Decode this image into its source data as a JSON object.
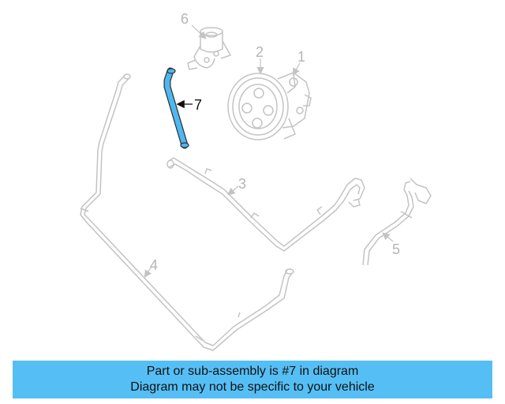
{
  "colors": {
    "highlight": "#4db8f0",
    "part_line": "#c3c3c3",
    "banner": "#55bff5",
    "callout_inactive": "#b5b5b5",
    "callout_active": "#111111"
  },
  "callouts": {
    "c1": "1",
    "c2": "2",
    "c3": "3",
    "c4": "4",
    "c5": "5",
    "c6": "6",
    "c7": "7"
  },
  "banner": {
    "line1": "Part or sub-assembly is #7 in diagram",
    "line2": "Diagram may not be specific to your vehicle"
  }
}
